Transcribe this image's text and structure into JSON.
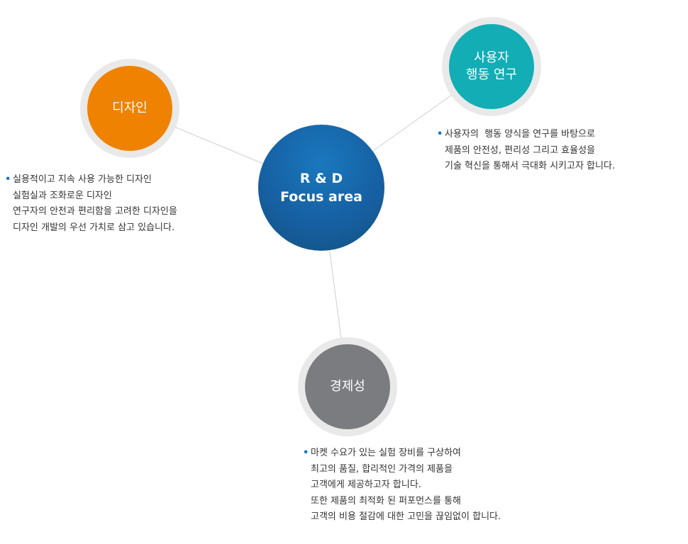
{
  "center": {
    "line1": "R & D",
    "line2": "Focus area",
    "color": "#1660a3"
  },
  "nodes": {
    "design": {
      "label": "디자인",
      "color": "#ef8200",
      "description": [
        "실용적이고 지속 사용 가능한 디자인",
        "실험실과 조화로운 디자인",
        "연구자의 안전과 편리함을 고려한 디자인을",
        "디자인 개발의 우선 가치로 삼고 있습니다."
      ]
    },
    "behavior": {
      "label_line1": "사용자",
      "label_line2": "행동 연구",
      "color": "#12adb5",
      "description": [
        "사용자의  행동 양식을 연구를 바탕으로",
        "제품의 안전성, 편리성 그리고 효율성을",
        "기술 혁신을 통해서 극대화 시키고자 합니다."
      ]
    },
    "economy": {
      "label": "경제성",
      "color": "#7b7c80",
      "description": [
        "마켓 수요가 있는 실험 장비를 구상하여",
        "최고의 품질, 합리적인 가격의 제품을",
        "고객에게 제공하고자 합니다.",
        "또한 제품의 최적화 된 퍼포먼스를 통해",
        "고객의 비용 절감에 대한 고민을 끊임없이 합니다."
      ]
    }
  },
  "bullet": "•"
}
